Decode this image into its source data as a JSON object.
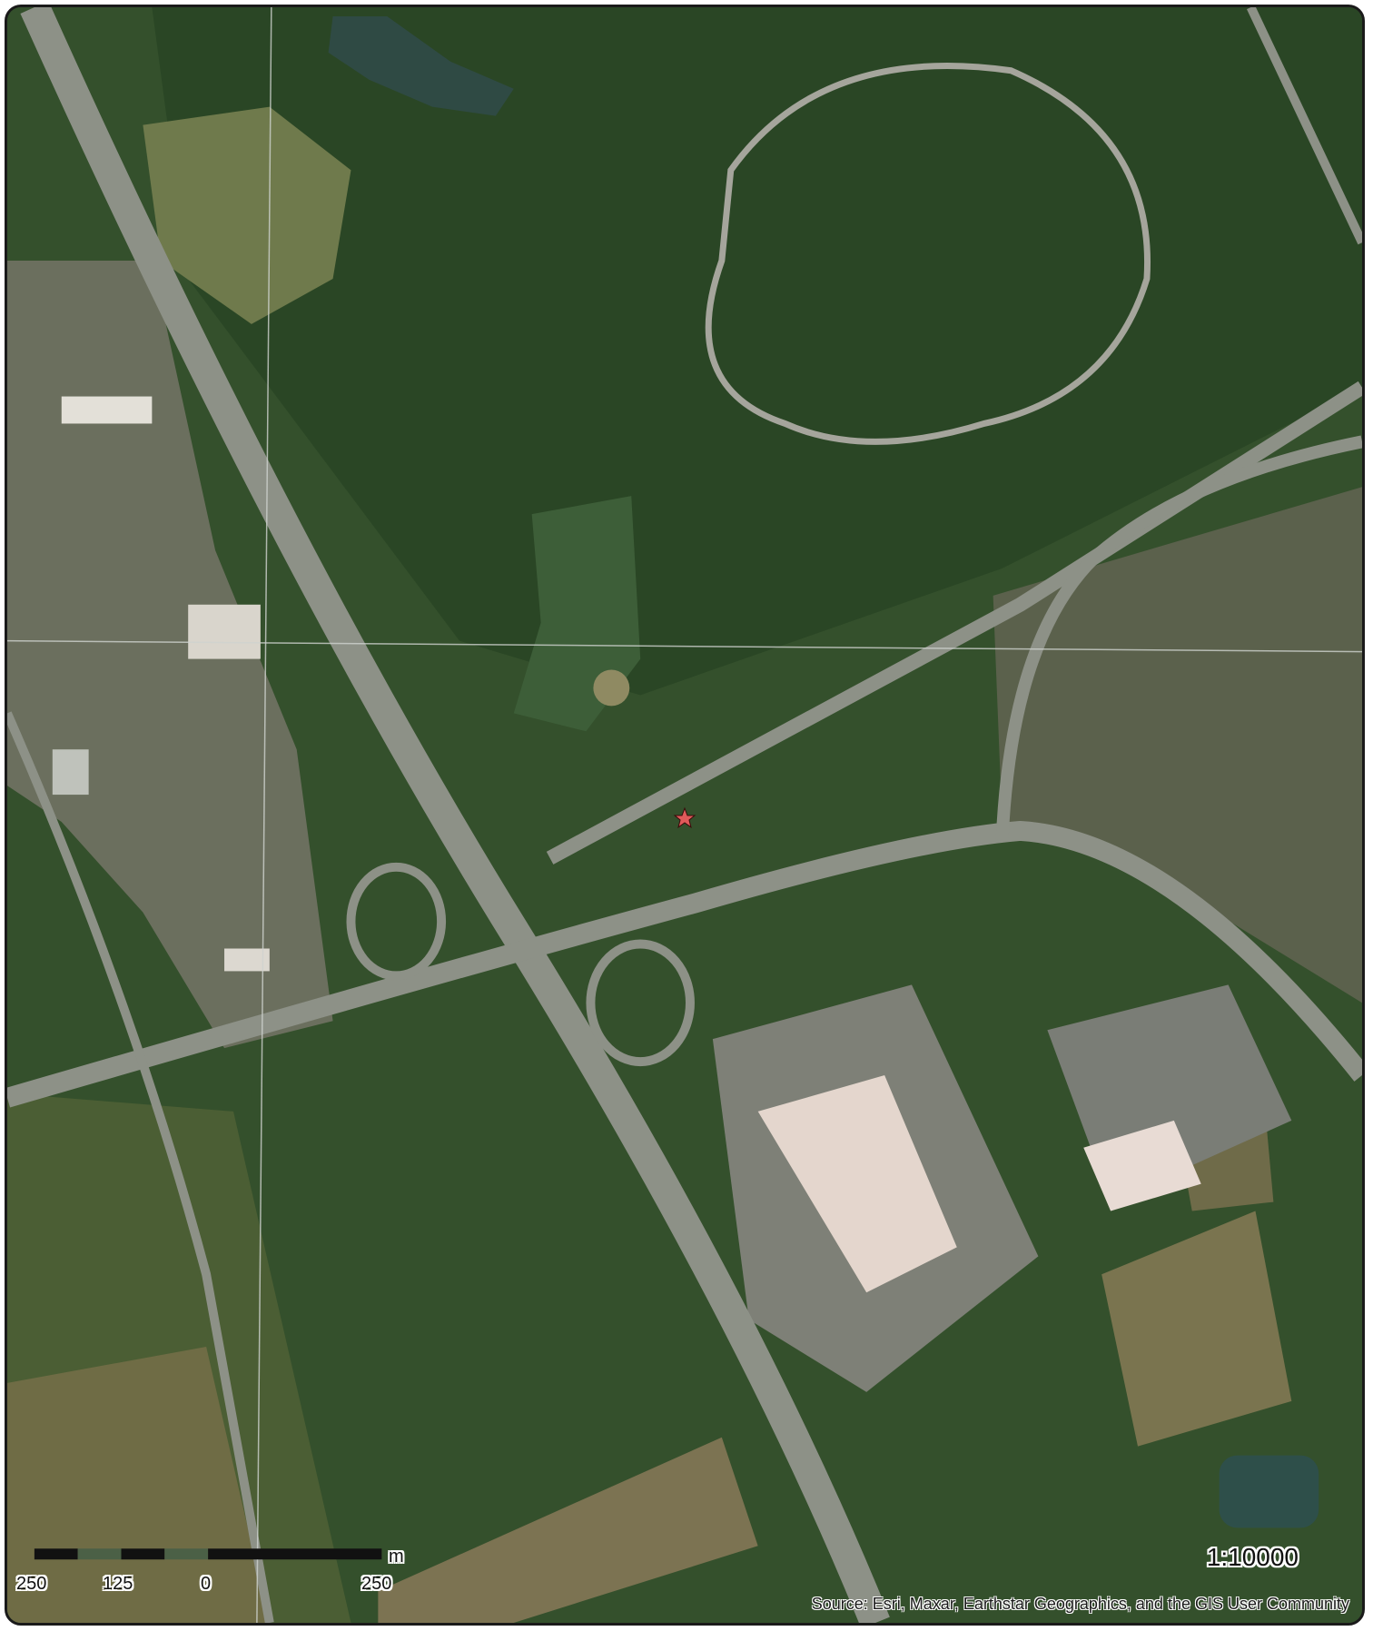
{
  "scale_bar": {
    "labels": [
      "250",
      "125",
      "0",
      "250"
    ],
    "unit": "m"
  },
  "scale_ratio": "1:10000",
  "attribution": "Source: Esri, Maxar, Earthstar Geographics, and the GIS User Community",
  "colors": {
    "forest": "#2d4a27",
    "field": "#5b6e3e",
    "road": "#8e948a",
    "roof": "#e6d8cf",
    "marker": "#e05a5a"
  }
}
